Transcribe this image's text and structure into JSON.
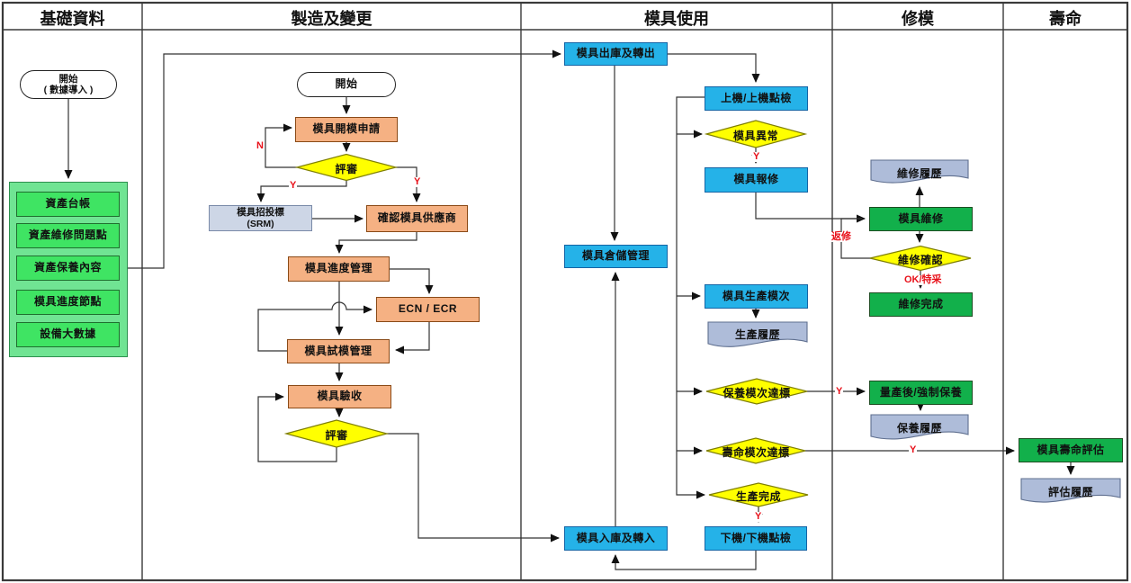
{
  "lanes": [
    {
      "label": "基礎資料"
    },
    {
      "label": "製造及變更"
    },
    {
      "label": "模具使用"
    },
    {
      "label": "修模"
    },
    {
      "label": "壽命"
    }
  ],
  "nodes": {
    "start_data": {
      "label": "開始",
      "label2": "( 數據導入 )"
    },
    "asset_ledger": {
      "label": "資產台帳"
    },
    "asset_repair_issues": {
      "label": "資產維修問題點"
    },
    "asset_maintenance_content": {
      "label": "資產保養內容"
    },
    "mold_progress_nodes": {
      "label": "模具進度節點"
    },
    "equipment_big_data": {
      "label": "設備大數據"
    },
    "start_mfg": {
      "label": "開始"
    },
    "mold_open_request": {
      "label": "模具開模申請"
    },
    "review_1": {
      "label": "評審"
    },
    "mold_bidding": {
      "label": "模具招投標",
      "label2": "(SRM)"
    },
    "confirm_supplier": {
      "label": "確認模具供應商"
    },
    "mold_progress_mgmt": {
      "label": "模具進度管理"
    },
    "ecn_ecr": {
      "label": "ECN / ECR"
    },
    "mold_trial_mgmt": {
      "label": "模具試模管理"
    },
    "mold_acceptance": {
      "label": "模具驗收"
    },
    "review_2": {
      "label": "評審"
    },
    "mold_checkout": {
      "label": "模具出庫及轉出"
    },
    "mount_check": {
      "label": "上機/上機點檢"
    },
    "mold_abnormal": {
      "label": "模具異常"
    },
    "mold_repair_request": {
      "label": "模具報修"
    },
    "mold_storage_mgmt": {
      "label": "模具倉儲管理"
    },
    "mold_production_shots": {
      "label": "模具生產模次"
    },
    "production_history": {
      "label": "生產履歷"
    },
    "maintenance_threshold": {
      "label": "保養模次達標"
    },
    "life_threshold": {
      "label": "壽命模次達標"
    },
    "production_done": {
      "label": "生產完成"
    },
    "mold_checkin": {
      "label": "模具入庫及轉入"
    },
    "dismount_check": {
      "label": "下機/下機點檢"
    },
    "repair_history": {
      "label": "維修履歷"
    },
    "mold_repair": {
      "label": "模具維修"
    },
    "repair_confirm": {
      "label": "維修確認"
    },
    "repair_done": {
      "label": "維修完成"
    },
    "post_production_maintenance": {
      "label": "量產後/強制保養"
    },
    "maintenance_history": {
      "label": "保養履歷"
    },
    "mold_life_eval": {
      "label": "模具壽命評估"
    },
    "eval_history": {
      "label": "評估履歷"
    }
  },
  "edge_labels": {
    "n1": "N",
    "y_left": "Y",
    "y_right": "Y",
    "y_abnormal": "Y",
    "rework": "返修",
    "ok_special": "OK/特采",
    "y_maintenance": "Y",
    "y_life": "Y",
    "y_done": "Y"
  },
  "colors": {
    "lane-border": "#3a3a3a",
    "edge": "#333333",
    "label-red": "#e8111a",
    "orange-fill": "#f5b183",
    "orange-border": "#8a4a17",
    "blue-fill": "#25b2e8",
    "blue-border": "#1464a5",
    "green-fill": "#12b04b",
    "green-border": "#1d4d22",
    "lightgreen-fill": "#3fe463",
    "lightgreen-border": "#1f6f2f",
    "container-fill": "#70e493",
    "container-border": "#2d8f4e",
    "gray-fill": "#cdd6e6",
    "gray-border": "#7a8aa8",
    "doc-fill": "#aebcd9",
    "doc-border": "#5f6f8f",
    "diamond-fill": "#ffff00",
    "diamond-border": "#7f7f00"
  }
}
